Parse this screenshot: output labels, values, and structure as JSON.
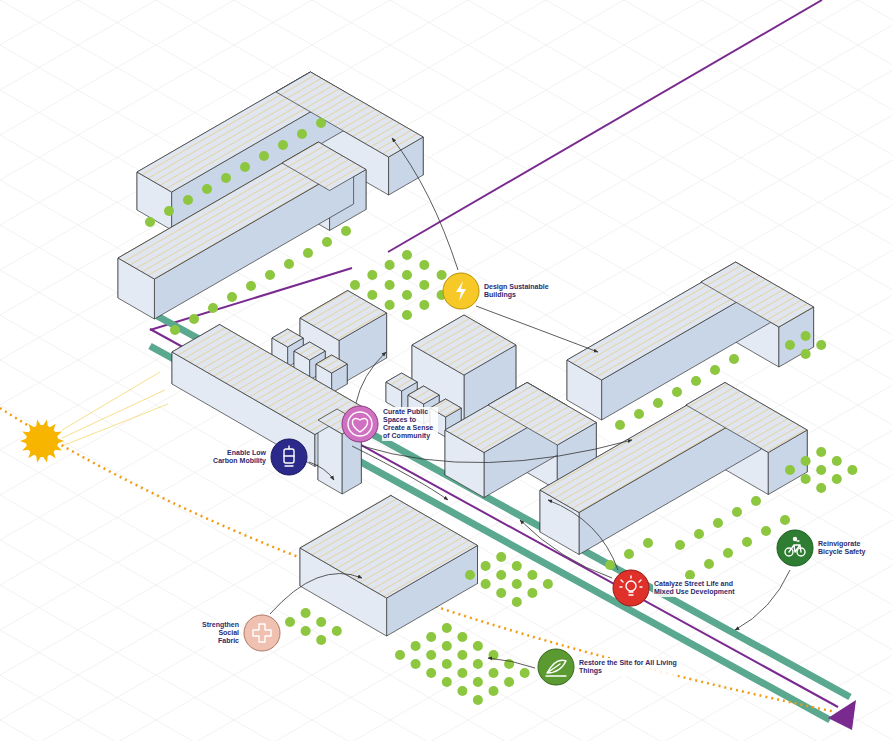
{
  "diagram": {
    "nodes": [
      {
        "text": [
          "Design Sustainable Buildings"
        ]
      },
      {
        "text": [
          "Curate Public Spaces to Create a Sense of Community"
        ]
      },
      {
        "text": [
          "Enable Low Carbon Mobility"
        ]
      },
      {
        "text": [
          "Reinvigorate Bicycle Safety"
        ]
      },
      {
        "text": [
          "Catalyze Street Life and Mixed Use Development"
        ]
      },
      {
        "text": [
          "Strengthen Social Fabric"
        ]
      },
      {
        "text": [
          "Restore the Site for All Living Things"
        ]
      }
    ]
  }
}
